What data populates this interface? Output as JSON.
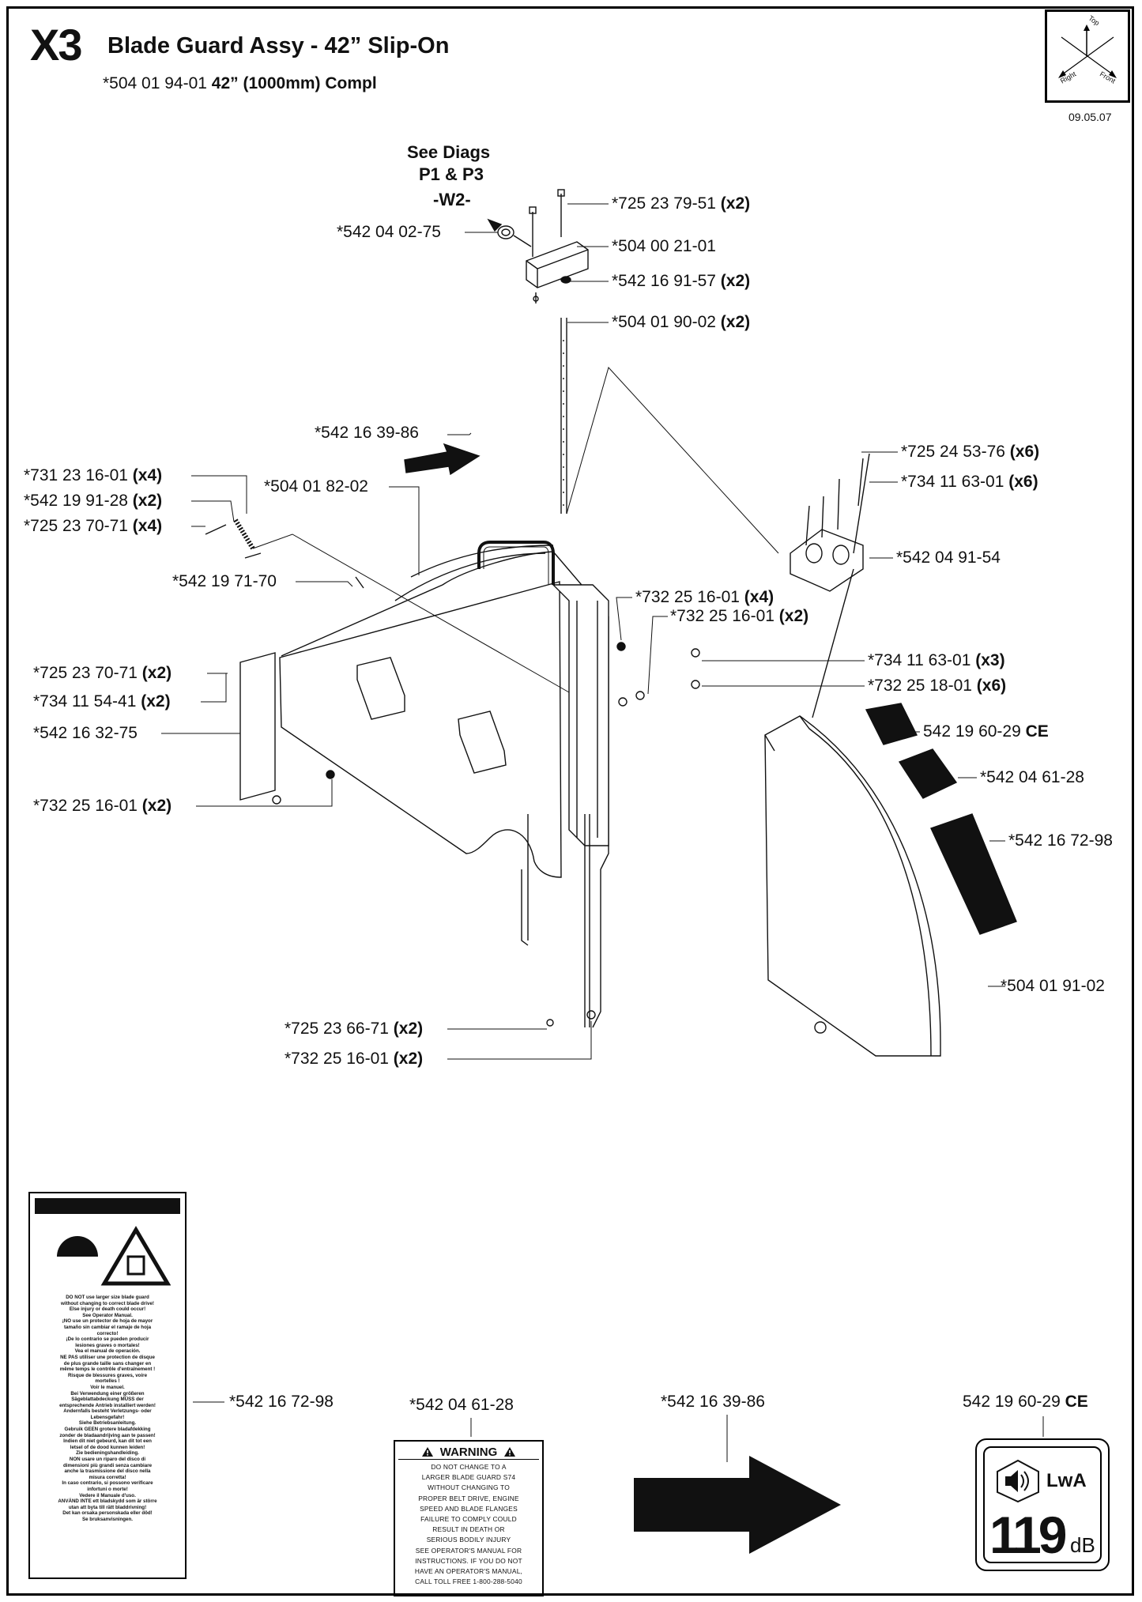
{
  "header": {
    "code": "X3",
    "title": "Blade Guard Assy - 42” Slip-On",
    "subtitle_part": "*504 01 94-01",
    "subtitle_size": "42”",
    "subtitle_rest": "(1000mm) Compl",
    "date": "09.05.07"
  },
  "compass": {
    "top": "Top",
    "right": "Right",
    "front": "Front"
  },
  "see_diags": {
    "line1": "See Diags",
    "line2": "P1 & P3",
    "line3": "-W2-"
  },
  "callouts": [
    {
      "pn": "*725 23 79-51",
      "qty": "(x2)"
    },
    {
      "pn": "*542 04 02-75",
      "qty": ""
    },
    {
      "pn": "*504 00 21-01",
      "qty": ""
    },
    {
      "pn": "*542 16 91-57",
      "qty": "(x2)"
    },
    {
      "pn": "*504 01 90-02",
      "qty": "(x2)"
    },
    {
      "pn": "*542 16 39-86",
      "qty": ""
    },
    {
      "pn": "*725 24 53-76",
      "qty": "(x6)"
    },
    {
      "pn": "*734 11 63-01",
      "qty": "(x6)"
    },
    {
      "pn": "*731 23 16-01",
      "qty": "(x4)"
    },
    {
      "pn": "*542 19 91-28",
      "qty": "(x2)"
    },
    {
      "pn": "*725 23 70-71",
      "qty": "(x4)"
    },
    {
      "pn": "*504 01 82-02",
      "qty": ""
    },
    {
      "pn": "*542 04 91-54",
      "qty": ""
    },
    {
      "pn": "*542 19 71-70",
      "qty": ""
    },
    {
      "pn": "*732 25 16-01",
      "qty": "(x4)"
    },
    {
      "pn": "*732 25 16-01",
      "qty": "(x2)"
    },
    {
      "pn": "*734 11 63-01",
      "qty": "(x3)"
    },
    {
      "pn": "*725 23 70-71",
      "qty": "(x2)"
    },
    {
      "pn": "*732 25 18-01",
      "qty": "(x6)"
    },
    {
      "pn": "*734 11 54-41",
      "qty": "(x2)"
    },
    {
      "pn": "542 19 60-29",
      "qty": "CE"
    },
    {
      "pn": "*542 16 32-75",
      "qty": ""
    },
    {
      "pn": "*542 04 61-28",
      "qty": ""
    },
    {
      "pn": "*732 25 16-01",
      "qty": "(x2)"
    },
    {
      "pn": "*542 16 72-98",
      "qty": ""
    },
    {
      "pn": "*504 01 91-02",
      "qty": ""
    },
    {
      "pn": "*725 23 66-71",
      "qty": "(x2)"
    },
    {
      "pn": "*732 25 16-01",
      "qty": "(x2)"
    }
  ],
  "decals": {
    "ce_label": {
      "pn": "*542 16 72-98"
    },
    "warning_label": {
      "pn": "*542 04 61-28",
      "title": "WARNING",
      "lines": [
        "DO NOT CHANGE TO A",
        "LARGER BLADE GUARD S74",
        "WITHOUT CHANGING TO",
        "PROPER BELT DRIVE, ENGINE",
        "SPEED AND BLADE FLANGES",
        "FAILURE TO COMPLY COULD",
        "RESULT IN DEATH OR",
        "SERIOUS BODILY INJURY",
        "SEE OPERATOR'S MANUAL FOR",
        "INSTRUCTIONS. IF YOU DO NOT",
        "HAVE AN OPERATOR'S MANUAL,",
        "CALL TOLL FREE 1-800-288-5040"
      ]
    },
    "arrow_label": {
      "pn": "*542 16 39-86"
    },
    "lwa_label": {
      "pn": "542 19 60-29",
      "suffix": "CE",
      "lwa": "LwA",
      "value": "119",
      "unit": "dB"
    }
  },
  "ce_text": [
    "DO NOT use larger size blade guard",
    "without changing to correct blade drive!",
    "Else injury or death could occur!",
    "See Operator Manual.",
    "¡NO use un protector de hoja de mayor",
    "tamaño sin cambiar el ramaje de hoja",
    "correcto!",
    "¡De lo contrario se pueden producir",
    "lesiones graves o mortales!",
    "Vea el manual de operación.",
    "NE PAS utiliser une protection de disque",
    "de plus grande taille sans changer en",
    "même temps le contrôle d'entraînement !",
    "Risque de blessures graves, voire",
    "mortelles !",
    "Voir le manuel.",
    "Bei Verwendung einer größeren",
    "Sägeblattabdeckung MÜSS der",
    "entsprechende Antrieb installiert werden!",
    "Andernfalls besteht Verletzungs- oder",
    "Lebensgefahr!",
    "Siehe Betriebsanleitung.",
    "Gebruik GEEN grotere bladafdekking",
    "zonder de bladaandrijving aan te passen!",
    "Indien dit niet gebeurd, kan dit tot een",
    "letsel of de dood kunnen leiden!",
    "Zie bedieningshandleiding.",
    "NON usare un riparo del disco di",
    "dimensioni più grandi senza cambiare",
    "anche la trasmissione del disco nella",
    "misura corretta!",
    "In caso contrario, si possono verificare",
    "infortuni o morte!",
    "Vedere il Manuale d'uso.",
    "ANVÄND INTE ett bladskydd som är större",
    "utan att byta till rätt bladdrivning!",
    "Det kan orsaka personskada eller död!",
    "Se bruksanvisningen."
  ],
  "colors": {
    "ink": "#111111",
    "decal_fill": "#111111",
    "paper": "#ffffff"
  }
}
